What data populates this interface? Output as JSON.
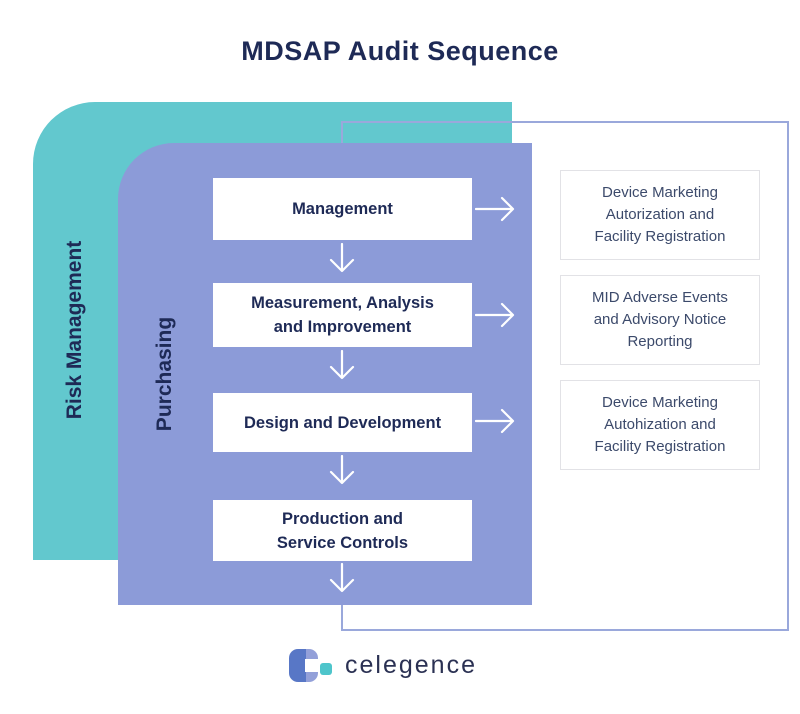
{
  "title": "MDSAP Audit Sequence",
  "lanes": {
    "risk_management": "Risk Management",
    "purchasing": "Purchasing"
  },
  "process_steps": [
    {
      "label": "Management"
    },
    {
      "label": "Measurement, Analysis\nand Improvement"
    },
    {
      "label": "Design and Development"
    },
    {
      "label": "Production and\nService Controls"
    }
  ],
  "outcomes": [
    {
      "label": "Device Marketing\nAutorization and\nFacility Registration"
    },
    {
      "label": "MID Adverse Events\nand Advisory Notice\nReporting"
    },
    {
      "label": "Device Marketing\nAutohization and\nFacility Registration"
    }
  ],
  "logo": {
    "text": "celegence"
  },
  "colors": {
    "teal": "#62C8CE",
    "purple": "#8C9BD8",
    "navy_text": "#1E2A56",
    "outline_border": "#9AA8DB",
    "outcome_border": "#E2E2E6",
    "outcome_text": "#3C4A6B",
    "arrow": "#FFFFFF",
    "logo_blue": "#5877C6",
    "logo_light_blue": "#93A0D9",
    "logo_teal": "#4EC5CB",
    "logo_text": "#2B3153"
  }
}
